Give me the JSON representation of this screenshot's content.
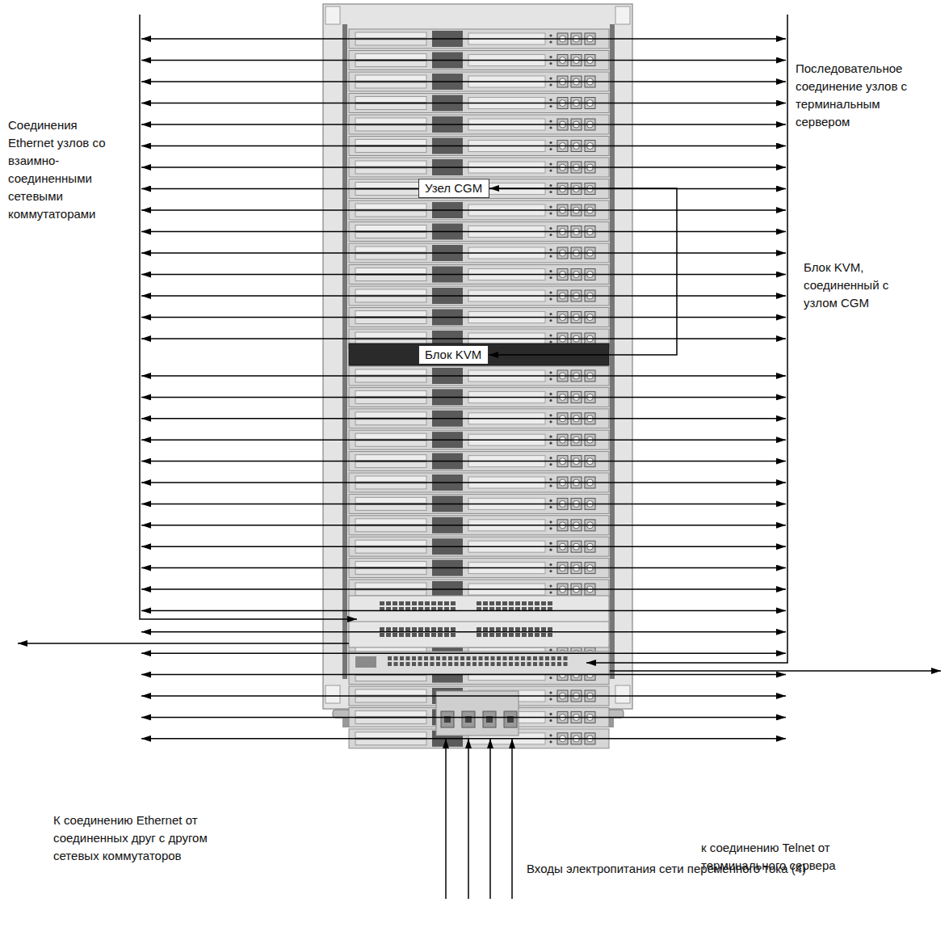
{
  "diagram": {
    "nodes": [
      {
        "text": [
          "Узел CGM"
        ]
      },
      {
        "text": [
          "Блок KVM"
        ]
      }
    ],
    "edges": [
      {
        "from": 0,
        "to": 1,
        "arrow": "both"
      }
    ],
    "labels": [
      "Соединения Ethernet узлов со взаимно- соединенными сетевыми коммутаторами",
      "Последовательное соединение узлов с терминальным сервером",
      "Блок KVM, соединенный с узлом CGM",
      "К соединению Ethernet от соединенных друг с другом сетевых коммутаторов",
      "к соединению Telnet от терминального сервера",
      "Входы электропитания сети переменного тока (4)"
    ]
  }
}
